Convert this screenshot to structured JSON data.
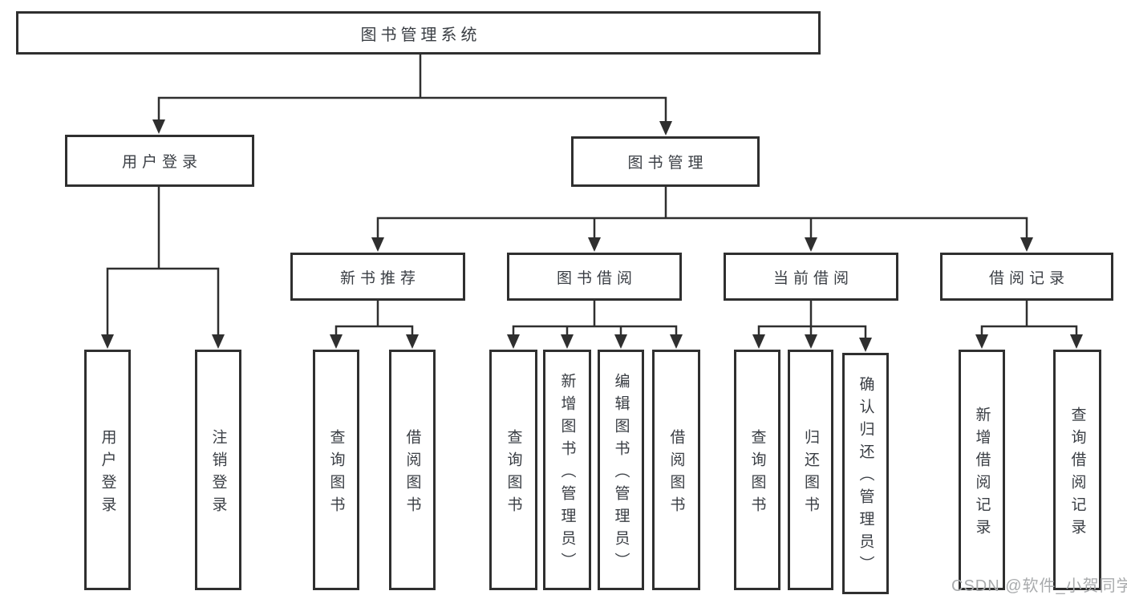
{
  "colors": {
    "line": "#2f2f2f",
    "box_border": "#2f2f2f",
    "text": "#3a3e44",
    "watermark": "#a9abad",
    "background": "#ffffff"
  },
  "tree": {
    "label": "图书管理系统",
    "children": [
      {
        "label": "用户登录",
        "children": [
          {
            "label": "用户登录"
          },
          {
            "label": "注销登录"
          }
        ]
      },
      {
        "label": "图书管理",
        "children": [
          {
            "label": "新书推荐",
            "children": [
              {
                "label": "查询图书"
              },
              {
                "label": "借阅图书"
              }
            ]
          },
          {
            "label": "图书借阅",
            "children": [
              {
                "label": "查询图书"
              },
              {
                "label": "新增图书（管理员）"
              },
              {
                "label": "编辑图书（管理员）"
              },
              {
                "label": "借阅图书"
              }
            ]
          },
          {
            "label": "当前借阅",
            "children": [
              {
                "label": "查询图书"
              },
              {
                "label": "归还图书"
              },
              {
                "label": "确认归还（管理员）"
              }
            ]
          },
          {
            "label": "借阅记录",
            "children": [
              {
                "label": "新增借阅记录"
              },
              {
                "label": "查询借阅记录"
              }
            ]
          }
        ]
      }
    ]
  },
  "watermark": "CSDN @软件_小贺同学"
}
